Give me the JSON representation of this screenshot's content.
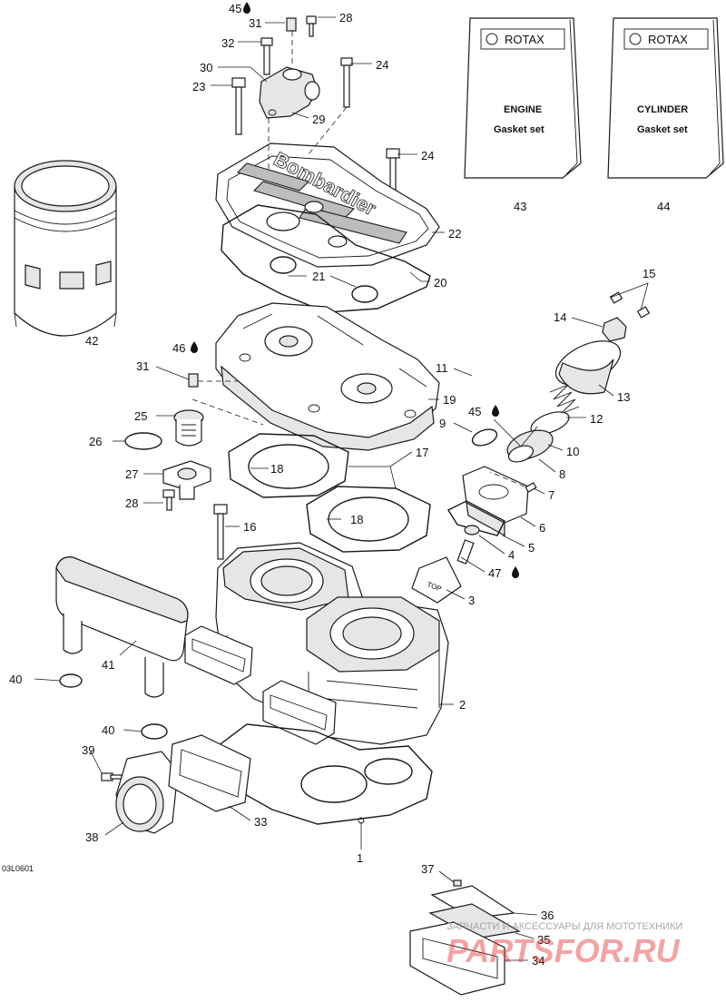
{
  "diagram": {
    "drawing_code": "03L0601",
    "colors": {
      "line": "#1a1a1a",
      "fill": "#ffffff",
      "shade": "#e6e6e6",
      "watermark": "#e23b3b"
    },
    "icons": {
      "oil_drop": "oil-drop-icon"
    },
    "booklets": [
      {
        "brand": "ROTAX",
        "line1": "ENGINE",
        "line2": "Gasket set",
        "callout": "43"
      },
      {
        "brand": "ROTAX",
        "line1": "CYLINDER",
        "line2": "Gasket set",
        "callout": "44"
      }
    ],
    "callouts": [
      {
        "id": "c45a",
        "label": "45"
      },
      {
        "id": "c31a",
        "label": "31"
      },
      {
        "id": "c28a",
        "label": "28"
      },
      {
        "id": "c32",
        "label": "32"
      },
      {
        "id": "c24a",
        "label": "24"
      },
      {
        "id": "c30",
        "label": "30"
      },
      {
        "id": "c23",
        "label": "23"
      },
      {
        "id": "c29",
        "label": "29"
      },
      {
        "id": "c24b",
        "label": "24"
      },
      {
        "id": "c22",
        "label": "22"
      },
      {
        "id": "c21",
        "label": "21"
      },
      {
        "id": "c20",
        "label": "20"
      },
      {
        "id": "c42",
        "label": "42"
      },
      {
        "id": "c15",
        "label": "15"
      },
      {
        "id": "c14",
        "label": "14"
      },
      {
        "id": "c46",
        "label": "46"
      },
      {
        "id": "c31b",
        "label": "31"
      },
      {
        "id": "c11",
        "label": "11"
      },
      {
        "id": "c13",
        "label": "13"
      },
      {
        "id": "c19",
        "label": "19"
      },
      {
        "id": "c25",
        "label": "25"
      },
      {
        "id": "c9",
        "label": "9"
      },
      {
        "id": "c45b",
        "label": "45"
      },
      {
        "id": "c12",
        "label": "12"
      },
      {
        "id": "c26",
        "label": "26"
      },
      {
        "id": "c10",
        "label": "10"
      },
      {
        "id": "c17",
        "label": "17"
      },
      {
        "id": "c18a",
        "label": "18"
      },
      {
        "id": "c27",
        "label": "27"
      },
      {
        "id": "c8",
        "label": "8"
      },
      {
        "id": "c7",
        "label": "7"
      },
      {
        "id": "c28b",
        "label": "28"
      },
      {
        "id": "c18b",
        "label": "18"
      },
      {
        "id": "c6",
        "label": "6"
      },
      {
        "id": "c16",
        "label": "16"
      },
      {
        "id": "c5",
        "label": "5"
      },
      {
        "id": "c4",
        "label": "4"
      },
      {
        "id": "c47",
        "label": "47"
      },
      {
        "id": "c3",
        "label": "3"
      },
      {
        "id": "c41",
        "label": "41"
      },
      {
        "id": "c40a",
        "label": "40"
      },
      {
        "id": "c2",
        "label": "2"
      },
      {
        "id": "c40b",
        "label": "40"
      },
      {
        "id": "c39",
        "label": "39"
      },
      {
        "id": "c33",
        "label": "33"
      },
      {
        "id": "c38",
        "label": "38"
      },
      {
        "id": "c1",
        "label": "1"
      },
      {
        "id": "c37",
        "label": "37"
      },
      {
        "id": "c36",
        "label": "36"
      },
      {
        "id": "c35",
        "label": "35"
      },
      {
        "id": "c34",
        "label": "34"
      }
    ],
    "part_texts": {
      "valve_top": "TOP",
      "head_logo": "Bombardier"
    },
    "watermark": {
      "caption": "ЗАПЧАСТИ И АКСЕССУАРЫ ДЛЯ МОТОТЕХНИКИ",
      "brand": "PARTSFOR.RU"
    }
  }
}
